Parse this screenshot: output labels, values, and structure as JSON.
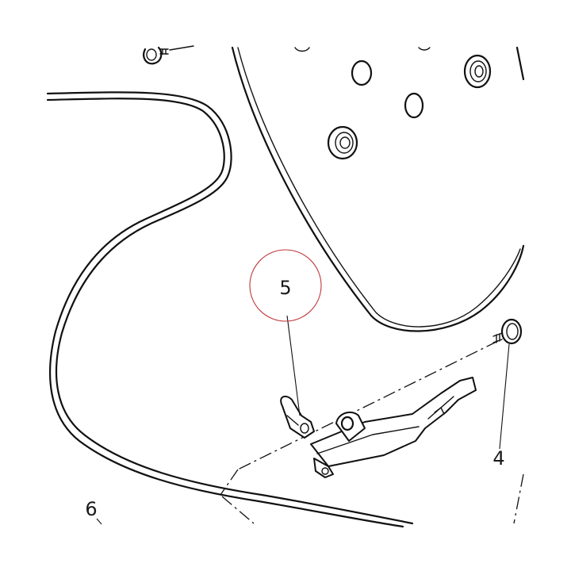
{
  "callouts": [
    {
      "id": "c5",
      "label": "5"
    },
    {
      "id": "c4",
      "label": "4"
    },
    {
      "id": "c6",
      "label": "6"
    }
  ],
  "colors": {
    "line": "#111111",
    "highlight": "#c0393b",
    "background": "#ffffff"
  }
}
